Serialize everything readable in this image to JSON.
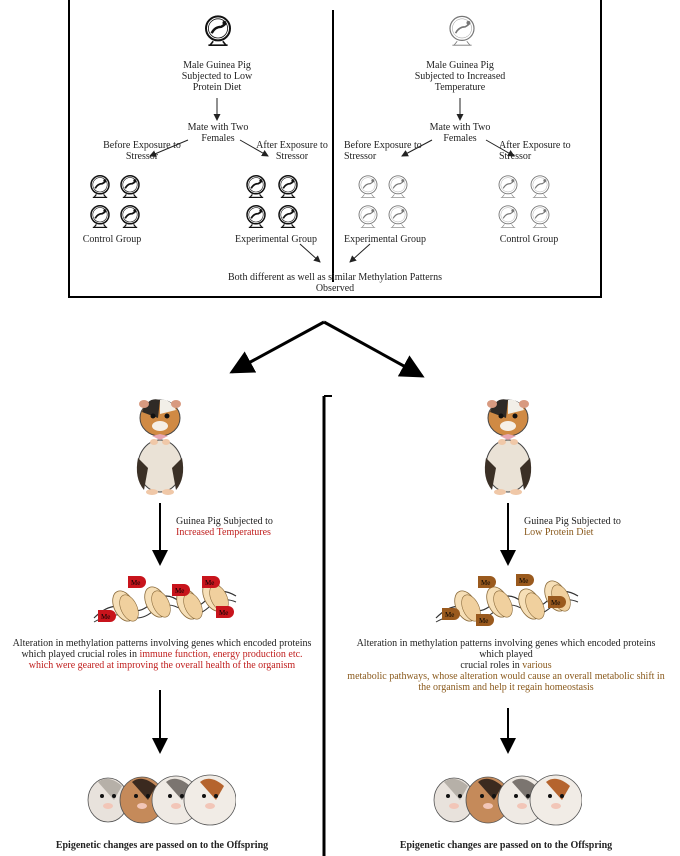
{
  "top_panel": {
    "left": {
      "subject": "Male Guinea Pig Subjected to Low Protein Diet",
      "subject_lines": [
        "Male Guinea Pig",
        "Subjected to Low",
        "Protein Diet"
      ],
      "mate": [
        "Mate with Two",
        "Females"
      ],
      "before": [
        "Before Exposure to",
        "Stressor"
      ],
      "after": [
        "After Exposure to",
        "Stressor"
      ],
      "group_left": "Control Group",
      "group_right": "Experimental Group"
    },
    "right": {
      "subject_lines": [
        "Male Guinea Pig",
        "Subjected to Increased",
        "Temperature"
      ],
      "mate": [
        "Mate with Two",
        "Females"
      ],
      "before": [
        "Before Exposure to",
        "Stressor"
      ],
      "after": [
        "After Exposure to",
        "Stressor"
      ],
      "group_left": "Experimental Group",
      "group_right": "Control Group"
    },
    "conclusion": [
      "Both different as well as similar  Methylation Patterns",
      "Observed"
    ]
  },
  "left_branch": {
    "subject_prefix": "Guinea Pig Subjected to",
    "subject_highlight": "Increased Temperatures",
    "methyl_label": "Me",
    "alteration_lines": [
      "Alteration in methylation patterns involving genes which encoded proteins",
      "which played crucial roles in "
    ],
    "alteration_highlight_inline": "immune function, energy production etc.",
    "alteration_highlight_line": "which were geared at improving the overall health of the organism",
    "offspring": "Epigenetic changes are passed on to the Offspring"
  },
  "right_branch": {
    "subject_prefix": "Guinea Pig Subjected to",
    "subject_highlight": "Low Protein Diet",
    "methyl_label": "Me",
    "alteration_lines": [
      "Alteration in methylation patterns involving genes which encoded proteins",
      "which played",
      "crucial roles in "
    ],
    "alteration_highlight_inline": "various",
    "alteration_highlight_lines": [
      "metabolic pathways, whose alteration would cause an overall metabolic shift in",
      "the organism and help it regain homeostasis"
    ],
    "offspring": "Epigenetic changes are passed on to the Offspring"
  },
  "colors": {
    "temperature_accent": "#c0201f",
    "diet_accent": "#8a5a1d",
    "methyl_red": "#c8141c",
    "methyl_brown": "#9a5a1e"
  },
  "icons": [
    "hamster-wheel-icon",
    "guinea-pig-icon",
    "nucleosome-icon"
  ]
}
